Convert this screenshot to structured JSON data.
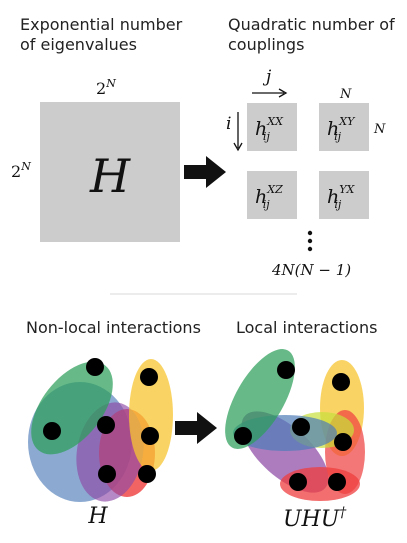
{
  "top": {
    "left_caption_line1": "Exponential number",
    "left_caption_line2": "of eigenvalues",
    "right_caption_line1": "Quadratic number of",
    "right_caption_line2": "couplings",
    "matrix_label": "H",
    "matrix_top_dim_base": "2",
    "matrix_top_dim_exp": "N",
    "matrix_left_dim_base": "2",
    "matrix_left_dim_exp": "N",
    "index_j": "j",
    "index_i": "i",
    "block_dim_top": "N",
    "block_dim_right": "N",
    "blocks": [
      {
        "base": "h",
        "sub": "ij",
        "sup": "XX"
      },
      {
        "base": "h",
        "sub": "ij",
        "sup": "XY"
      },
      {
        "base": "h",
        "sub": "ij",
        "sup": "XZ"
      },
      {
        "base": "h",
        "sub": "ij",
        "sup": "YX"
      }
    ],
    "ellipsis": "⋮",
    "count_label": "4N(N − 1)"
  },
  "bottom": {
    "left_caption": "Non-local interactions",
    "right_caption": "Local interactions",
    "left_label": "H",
    "right_label_base": "UHU",
    "right_label_sup": "†"
  },
  "colors": {
    "matrix_gray": "#cccccc",
    "arrow": "#111111",
    "green": "#2ca05a",
    "yellow": "#f7c531",
    "blue": "#4e7cb8",
    "purple": "#8e4aa6",
    "red": "#ef3d3d",
    "dot": "#000000"
  }
}
